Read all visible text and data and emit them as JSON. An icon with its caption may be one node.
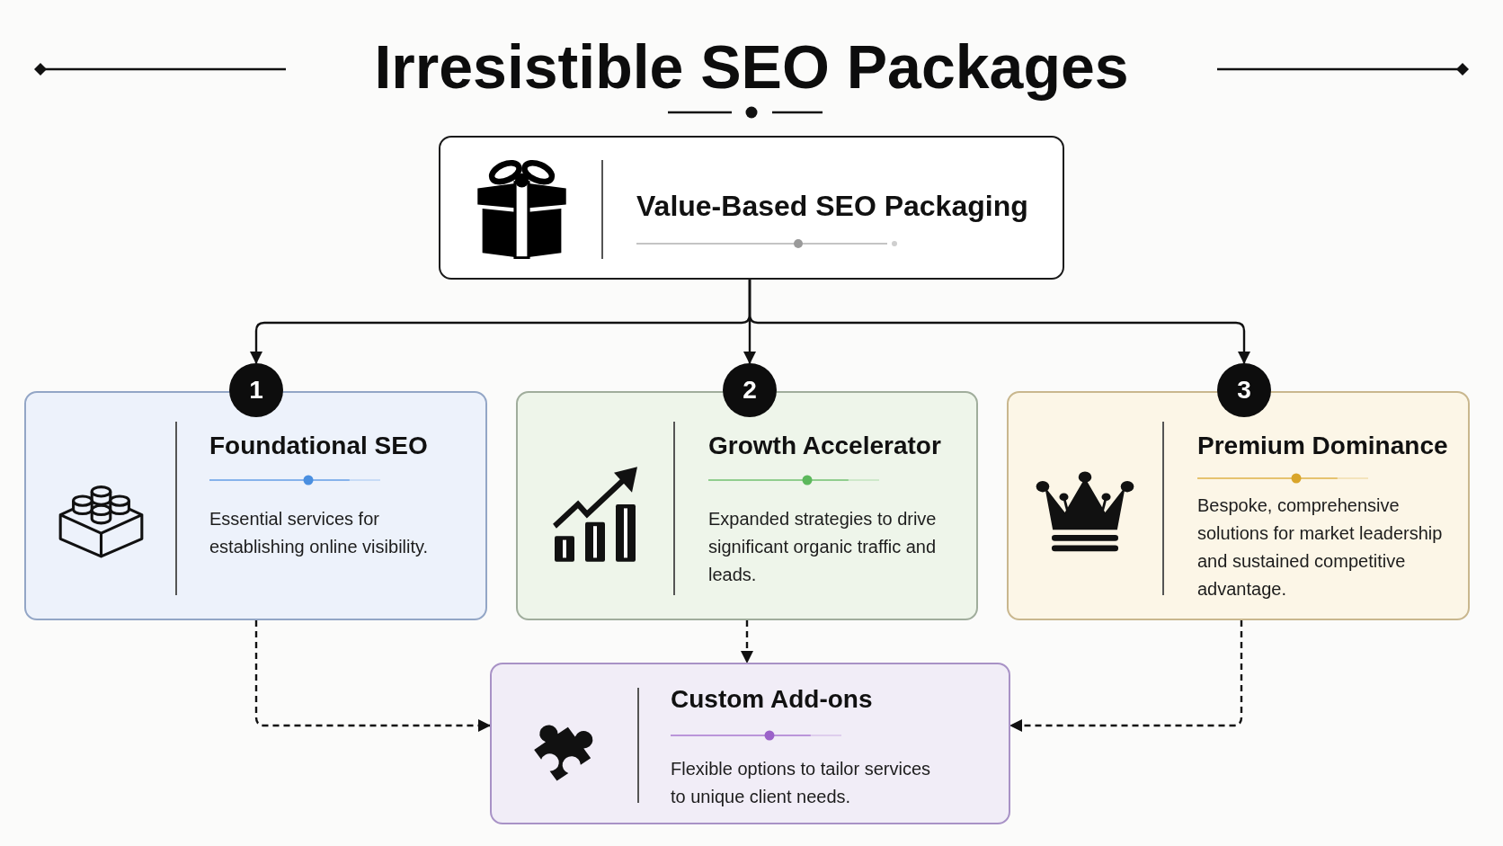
{
  "diagram": {
    "title": "Irresistible SEO Packages",
    "nodes": [
      {
        "text": [
          "Value-Based SEO Packaging"
        ]
      },
      {
        "text": [
          "1"
        ]
      },
      {
        "text": [
          "Foundational SEO",
          "Essential services for establishing online visibility."
        ]
      },
      {
        "text": [
          "2"
        ]
      },
      {
        "text": [
          "Growth Accelerator",
          "Expanded strategies to drive significant organic traffic and leads."
        ]
      },
      {
        "text": [
          "3"
        ]
      },
      {
        "text": [
          "Premium Dominance",
          "Bespoke, comprehensive solutions for market leadership and sustained competitive advantage."
        ]
      },
      {
        "text": [
          "Custom Add-ons",
          "Flexible options to tailor services to unique client needs."
        ]
      }
    ],
    "edges": [
      {
        "from": 0,
        "to": 1,
        "arrow": "to"
      },
      {
        "from": 0,
        "to": 3,
        "arrow": "to"
      },
      {
        "from": 0,
        "to": 5,
        "arrow": "to"
      },
      {
        "from": 2,
        "to": 7,
        "arrow": "to",
        "style": "dashed"
      },
      {
        "from": 4,
        "to": 7,
        "arrow": "to",
        "style": "dashed"
      },
      {
        "from": 6,
        "to": 7,
        "arrow": "to",
        "style": "dashed"
      }
    ]
  }
}
